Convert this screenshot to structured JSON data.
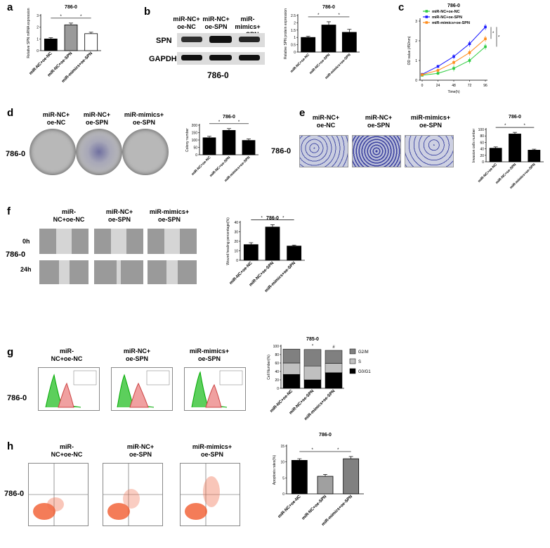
{
  "panel_letters": {
    "a": "a",
    "b": "b",
    "c": "c",
    "d": "d",
    "e": "e",
    "f": "f",
    "g": "g",
    "h": "h"
  },
  "cell_line": "786-0",
  "panel_b": {
    "headers": [
      "miR-NC+\noe-NC",
      "miR-NC+\noe-SPN",
      "miR-mimics+\noe-SPN"
    ],
    "rows": [
      "SPN",
      "GAPDH"
    ],
    "line": "786-0"
  },
  "panel_d": {
    "headers": [
      "miR-NC+\noe-NC",
      "miR-NC+\noe-SPN",
      "miR-mimics+\noe-SPN"
    ],
    "row": "786-0"
  },
  "panel_e": {
    "headers": [
      "miR-NC+\noe-NC",
      "miR-NC+\noe-SPN",
      "miR-mimics+\noe-SPN"
    ],
    "row": "786-0"
  },
  "panel_f": {
    "headers": [
      "miR-\nNC+oe-NC",
      "miR-NC+\noe-SPN",
      "miR-mimics+\noe-SPN"
    ],
    "row": "786-0",
    "times": [
      "0h",
      "24h"
    ]
  },
  "panel_g": {
    "headers": [
      "miR-\nNC+oe-NC",
      "miR-NC+\noe-SPN",
      "miR-mimics+\noe-SPN"
    ],
    "row": "786-0"
  },
  "panel_h": {
    "headers": [
      "miR-\nNC+oe-NC",
      "miR-NC+\noe-SPN",
      "miR-mimics+\noe-SPN"
    ],
    "row": "786-0"
  },
  "chart_data": [
    {
      "id": "a",
      "type": "bar",
      "title": "786-0",
      "ylabel": "Relative SPN mRNA expression",
      "ylim": [
        0,
        3
      ],
      "yticks": [
        0,
        1,
        2,
        3
      ],
      "categories": [
        "miR-NC+oe-NC",
        "miR-NC+oe-SPN",
        "miR-mimics+oe-SPN"
      ],
      "values": [
        1.0,
        2.2,
        1.45
      ],
      "errors": [
        0.1,
        0.15,
        0.12
      ],
      "colors": [
        "#000000",
        "#9a9a9a",
        "#ffffff"
      ],
      "sig": [
        "*",
        "*"
      ]
    },
    {
      "id": "b",
      "type": "bar",
      "title": "786-0",
      "ylabel": "Relative SPN protein expression",
      "ylim": [
        0,
        2.5
      ],
      "yticks": [
        0.0,
        0.5,
        1.0,
        1.5,
        2.0,
        2.5
      ],
      "categories": [
        "miR-NC+oe-NC",
        "miR-NC+oe-SPN",
        "miR-mimics+oe-SPN"
      ],
      "values": [
        1.0,
        1.85,
        1.35
      ],
      "errors": [
        0.08,
        0.22,
        0.2
      ],
      "colors": [
        "#000000",
        "#000000",
        "#000000"
      ],
      "sig": [
        "*",
        "*"
      ]
    },
    {
      "id": "c",
      "type": "line",
      "title": "786-0",
      "xlabel": "Time(h)",
      "ylabel": "OD value (450nm)",
      "ylim": [
        0,
        3
      ],
      "yticks": [
        0,
        1,
        2,
        3
      ],
      "x": [
        0,
        24,
        48,
        72,
        96
      ],
      "series": [
        {
          "name": "miR-NC+oe-NC",
          "color": "#2ecc40",
          "values": [
            0.25,
            0.35,
            0.6,
            1.0,
            1.7
          ],
          "errors": [
            0.05,
            0.08,
            0.15,
            0.15,
            0.15
          ]
        },
        {
          "name": "miR-NC+oe-SPN",
          "color": "#1a1aff",
          "values": [
            0.3,
            0.7,
            1.2,
            1.85,
            2.7
          ],
          "errors": [
            0.05,
            0.08,
            0.12,
            0.15,
            0.15
          ]
        },
        {
          "name": "miR-mimics+oe-SPN",
          "color": "#ff8c1a",
          "values": [
            0.28,
            0.5,
            0.9,
            1.4,
            2.1
          ],
          "errors": [
            0.05,
            0.08,
            0.12,
            0.15,
            0.15
          ]
        }
      ],
      "sig": [
        "*",
        "*"
      ]
    },
    {
      "id": "d",
      "type": "bar",
      "title": "786-0",
      "ylabel": "Colony number",
      "ylim": [
        0,
        200
      ],
      "yticks": [
        0,
        50,
        100,
        150,
        200
      ],
      "categories": [
        "miR-NC+oe-NC",
        "miR-NC+oe-SPN",
        "miR-mimics+oe-SPN"
      ],
      "values": [
        115,
        165,
        97
      ],
      "errors": [
        10,
        12,
        10
      ],
      "colors": [
        "#000000",
        "#000000",
        "#000000"
      ],
      "sig": [
        "*",
        "*"
      ]
    },
    {
      "id": "e",
      "type": "bar",
      "title": "786-0",
      "ylabel": "Invasion cells number",
      "ylim": [
        0,
        100
      ],
      "yticks": [
        0,
        20,
        40,
        60,
        80,
        100
      ],
      "categories": [
        "miR-NC+oe-NC",
        "miR-NC+oe-SPN",
        "miR-mimics+oe-SPN"
      ],
      "values": [
        42,
        86,
        36
      ],
      "errors": [
        4,
        5,
        3
      ],
      "colors": [
        "#000000",
        "#000000",
        "#000000"
      ],
      "sig": [
        "*",
        "*"
      ]
    },
    {
      "id": "f",
      "type": "bar",
      "title": "786-0",
      "ylabel": "Wound healing percentage(%)",
      "ylim": [
        0,
        40
      ],
      "yticks": [
        0,
        10,
        20,
        30,
        40
      ],
      "categories": [
        "miR-NC+oe-NC",
        "miR-NC+oe-SPN",
        "miR-mimics+oe-SPN"
      ],
      "values": [
        16.5,
        35,
        15
      ],
      "errors": [
        2,
        2.5,
        1
      ],
      "colors": [
        "#000000",
        "#000000",
        "#000000"
      ],
      "sig": [
        "*",
        "*"
      ]
    },
    {
      "id": "g",
      "type": "bar",
      "stacked": true,
      "title": "785-0",
      "ylabel": "Cell Number(%)",
      "ylim": [
        0,
        100
      ],
      "yticks": [
        0,
        20,
        40,
        60,
        80,
        100
      ],
      "categories": [
        "miR-NC+oe-NC",
        "miR-NC+oe-SPN",
        "miR-mimics+oe-SPN"
      ],
      "series": [
        {
          "name": "G0/G1",
          "color": "#000000",
          "values": [
            33,
            20,
            37
          ]
        },
        {
          "name": "S",
          "color": "#c0c0c0",
          "values": [
            27,
            33,
            22
          ]
        },
        {
          "name": "G2/M",
          "color": "#808080",
          "values": [
            33,
            39,
            31
          ]
        }
      ],
      "marks": [
        "*",
        "#"
      ]
    },
    {
      "id": "h",
      "type": "bar",
      "title": "786-0",
      "ylabel": "Apoptosis rates(%)",
      "ylim": [
        0,
        15
      ],
      "yticks": [
        0,
        5,
        10,
        15
      ],
      "categories": [
        "miR-NC+oe-NC",
        "miR-NC+oe-SPN",
        "miR-mimics+oe-SPN"
      ],
      "values": [
        10.5,
        5.5,
        11
      ],
      "errors": [
        0.5,
        0.6,
        0.7
      ],
      "colors": [
        "#000000",
        "#a0a0a0",
        "#808080"
      ],
      "sig": [
        "*",
        "*"
      ]
    }
  ]
}
